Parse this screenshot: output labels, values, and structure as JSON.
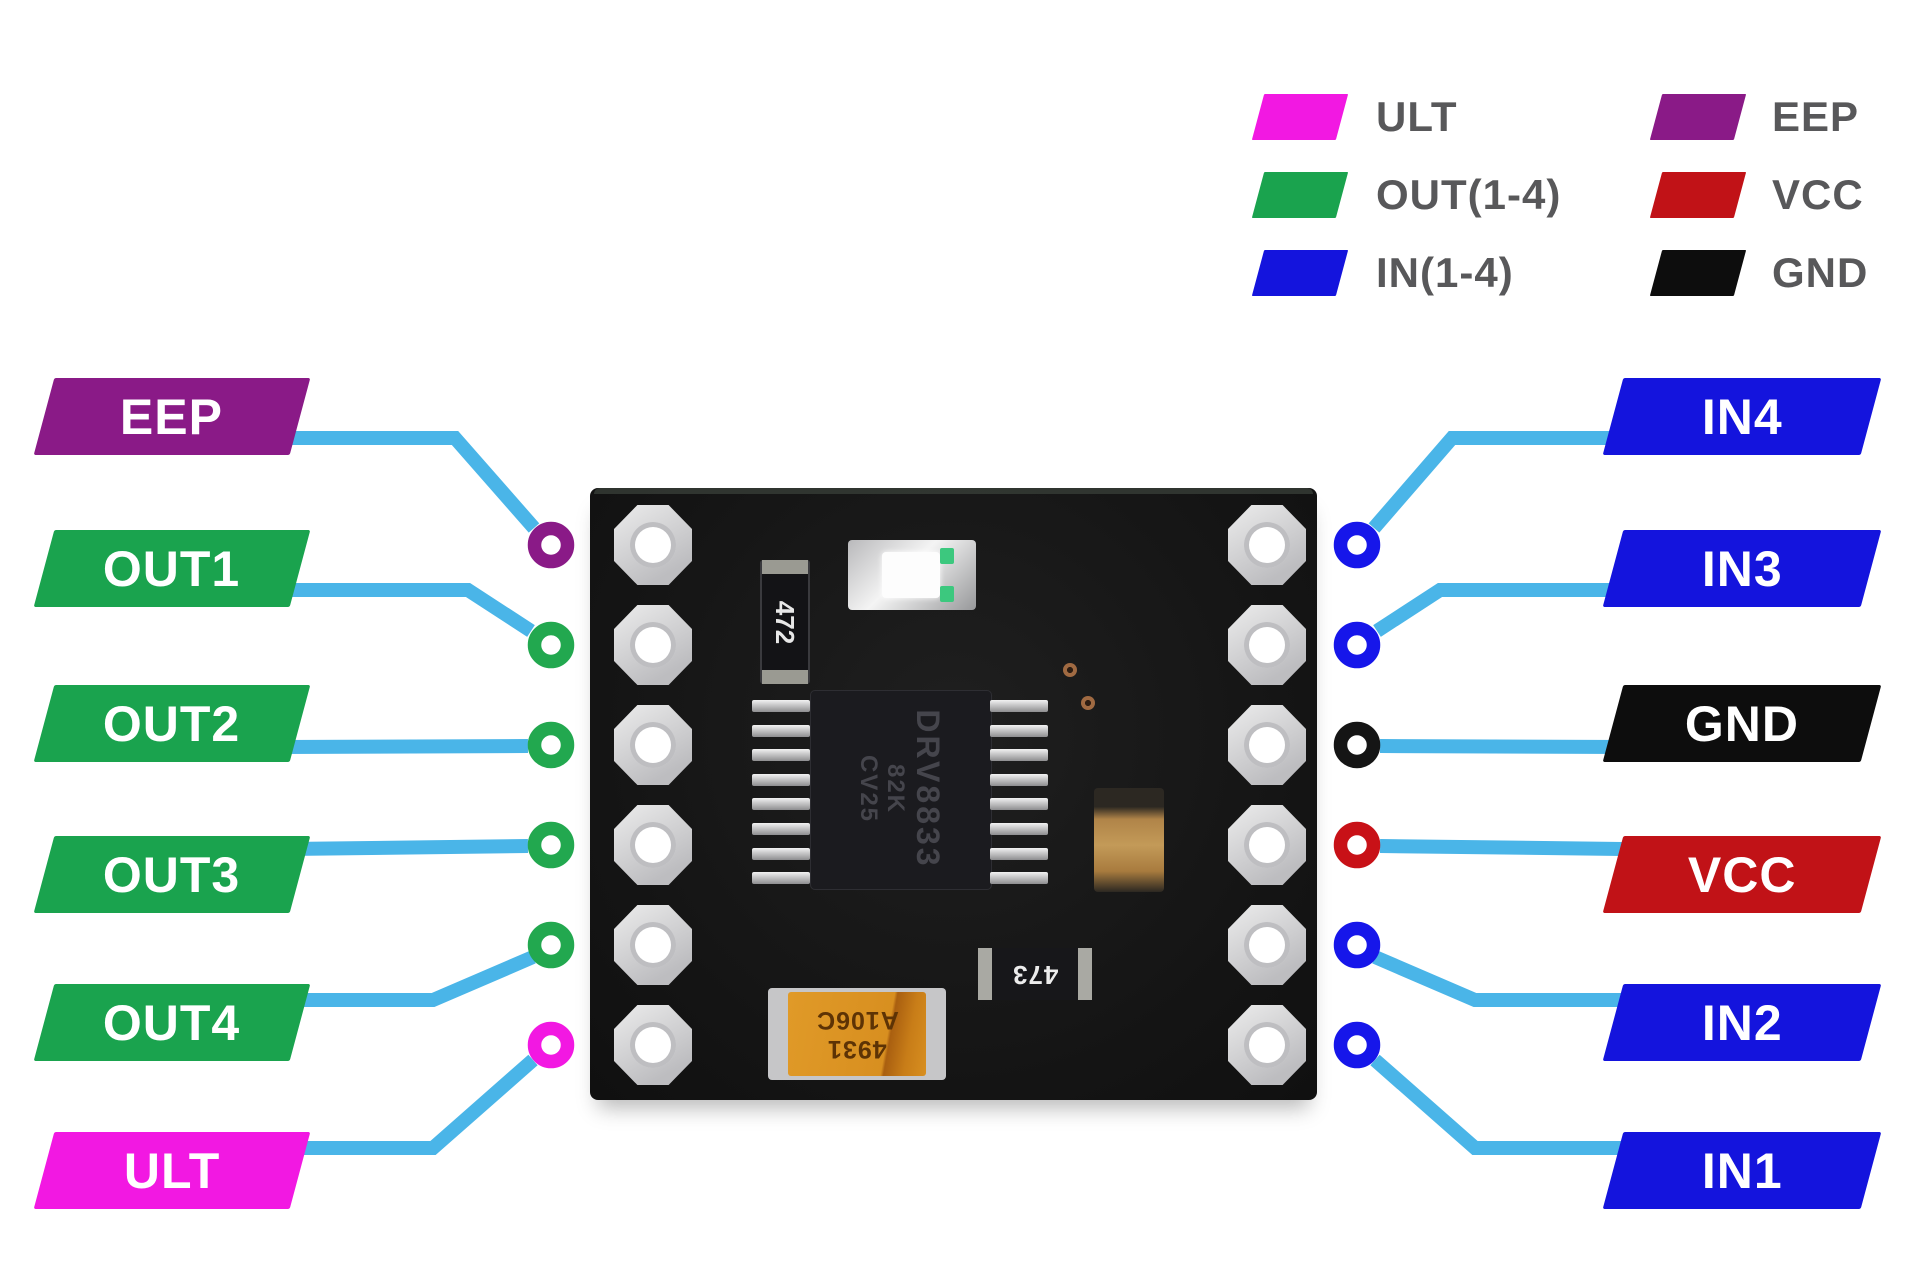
{
  "legend": {
    "left_column": [
      {
        "label": "ULT",
        "color": "#f218e2"
      },
      {
        "label": "OUT(1-4)",
        "color": "#1aa34e"
      },
      {
        "label": "IN(1-4)",
        "color": "#1414dd"
      }
    ],
    "right_column": [
      {
        "label": "EEP",
        "color": "#8a1a87"
      },
      {
        "label": "VCC",
        "color": "#c11217"
      },
      {
        "label": "GND",
        "color": "#0d0d0d"
      }
    ]
  },
  "pins": {
    "left": [
      {
        "name": "EEP",
        "color": "#8a1a87",
        "ring_color": "#8a1a87"
      },
      {
        "name": "OUT1",
        "color": "#1aa34e",
        "ring_color": "#22a84f"
      },
      {
        "name": "OUT2",
        "color": "#1aa34e",
        "ring_color": "#22a84f"
      },
      {
        "name": "OUT3",
        "color": "#1aa34e",
        "ring_color": "#22a84f"
      },
      {
        "name": "OUT4",
        "color": "#1aa34e",
        "ring_color": "#22a84f"
      },
      {
        "name": "ULT",
        "color": "#f218e2",
        "ring_color": "#f218e2"
      }
    ],
    "right": [
      {
        "name": "IN4",
        "color": "#1414dd",
        "ring_color": "#1616ea"
      },
      {
        "name": "IN3",
        "color": "#1414dd",
        "ring_color": "#1616ea"
      },
      {
        "name": "GND",
        "color": "#0d0d0d",
        "ring_color": "#151515"
      },
      {
        "name": "VCC",
        "color": "#c11217",
        "ring_color": "#c81117"
      },
      {
        "name": "IN2",
        "color": "#1414dd",
        "ring_color": "#1616ea"
      },
      {
        "name": "IN1",
        "color": "#1414dd",
        "ring_color": "#1616ea"
      }
    ]
  },
  "board": {
    "ic_marking_line1": "DRV8833",
    "ic_marking_line2": "82K",
    "ic_marking_line3": "CV25",
    "resistor_top_marking": "472",
    "resistor_bottom_marking": "473",
    "capacitor_marking_line1": "A106C",
    "capacitor_marking_line2": "4931"
  },
  "style": {
    "wire_color": "#4ab5e8",
    "legend_text_color": "#58585a"
  }
}
